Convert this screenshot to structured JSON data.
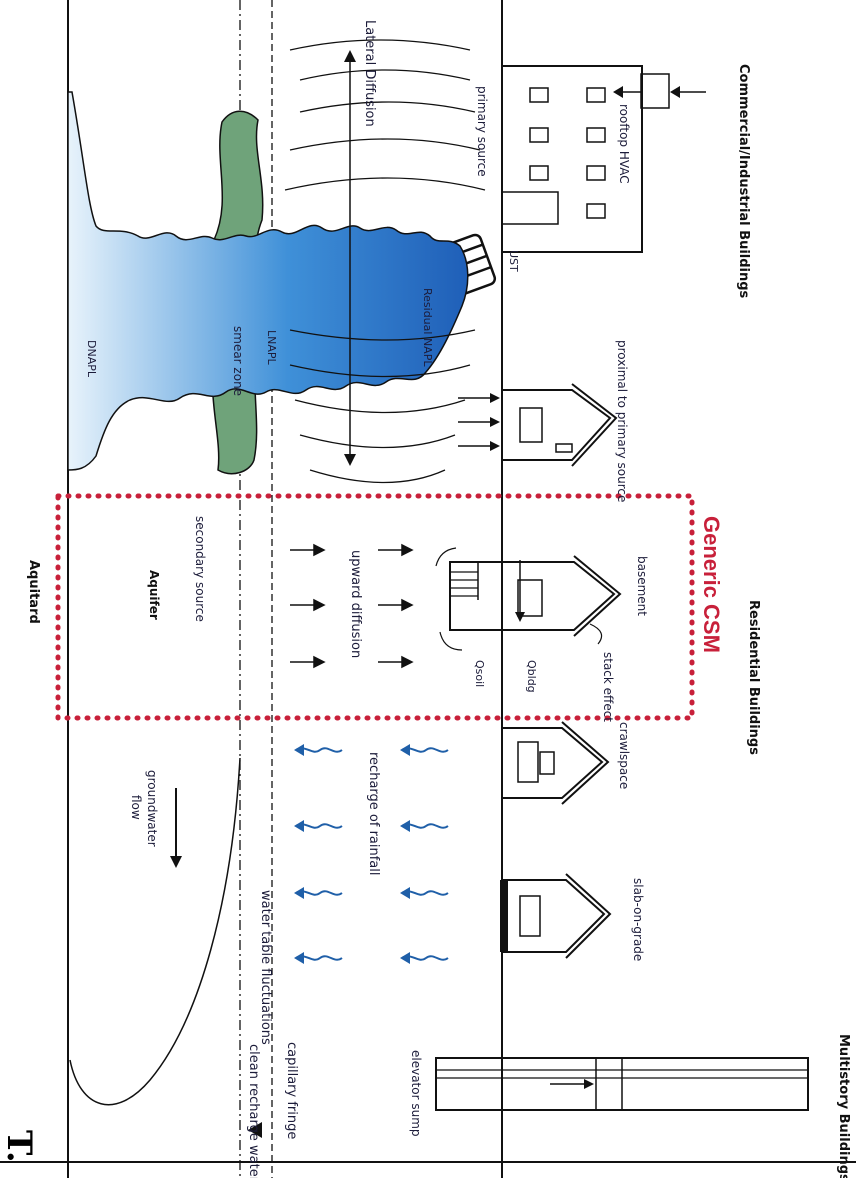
{
  "diagram": {
    "groups": {
      "commercial": "Commercial/Industrial Buildings",
      "residential": "Residential Buildings",
      "multistory": "Multistory Buildings"
    },
    "highlight": "Generic CSM",
    "labels": {
      "rooftop_hvac": "rooftop HVAC",
      "ust": "UST",
      "primary_source": "primary source",
      "lateral_diffusion": "Lateral Diffusion",
      "residual_napl": "Residual NAPL",
      "lnapl": "LNAPL",
      "smear_zone": "smear zone",
      "dnapl": "DNAPL",
      "proximal": "proximal to primary source",
      "basement": "basement",
      "stack_effect": "stack effect",
      "qbldg": "Qbldg",
      "qsoil": "Qsoil",
      "upward_diffusion": "upward diffusion",
      "secondary_source": "secondary source",
      "aquifer": "Aquifer",
      "aquitard": "Aquitard",
      "crawlspace": "crawlspace",
      "recharge": "recharge of rainfall",
      "groundwater_flow": "groundwater flow",
      "slab_on_grade": "slab-on-grade",
      "water_table": "water table fluctuations",
      "elevator_sump": "elevator sump",
      "capillary_fringe": "capillary fringe",
      "clean_recharge": "clean recharge water"
    },
    "page_mark": "T.",
    "colors": {
      "csm_red": "#c8203a",
      "plume_blue": "#2b6fc0",
      "smear_green": "#6fa37a",
      "recharge_blue": "#1f5fa8"
    }
  }
}
